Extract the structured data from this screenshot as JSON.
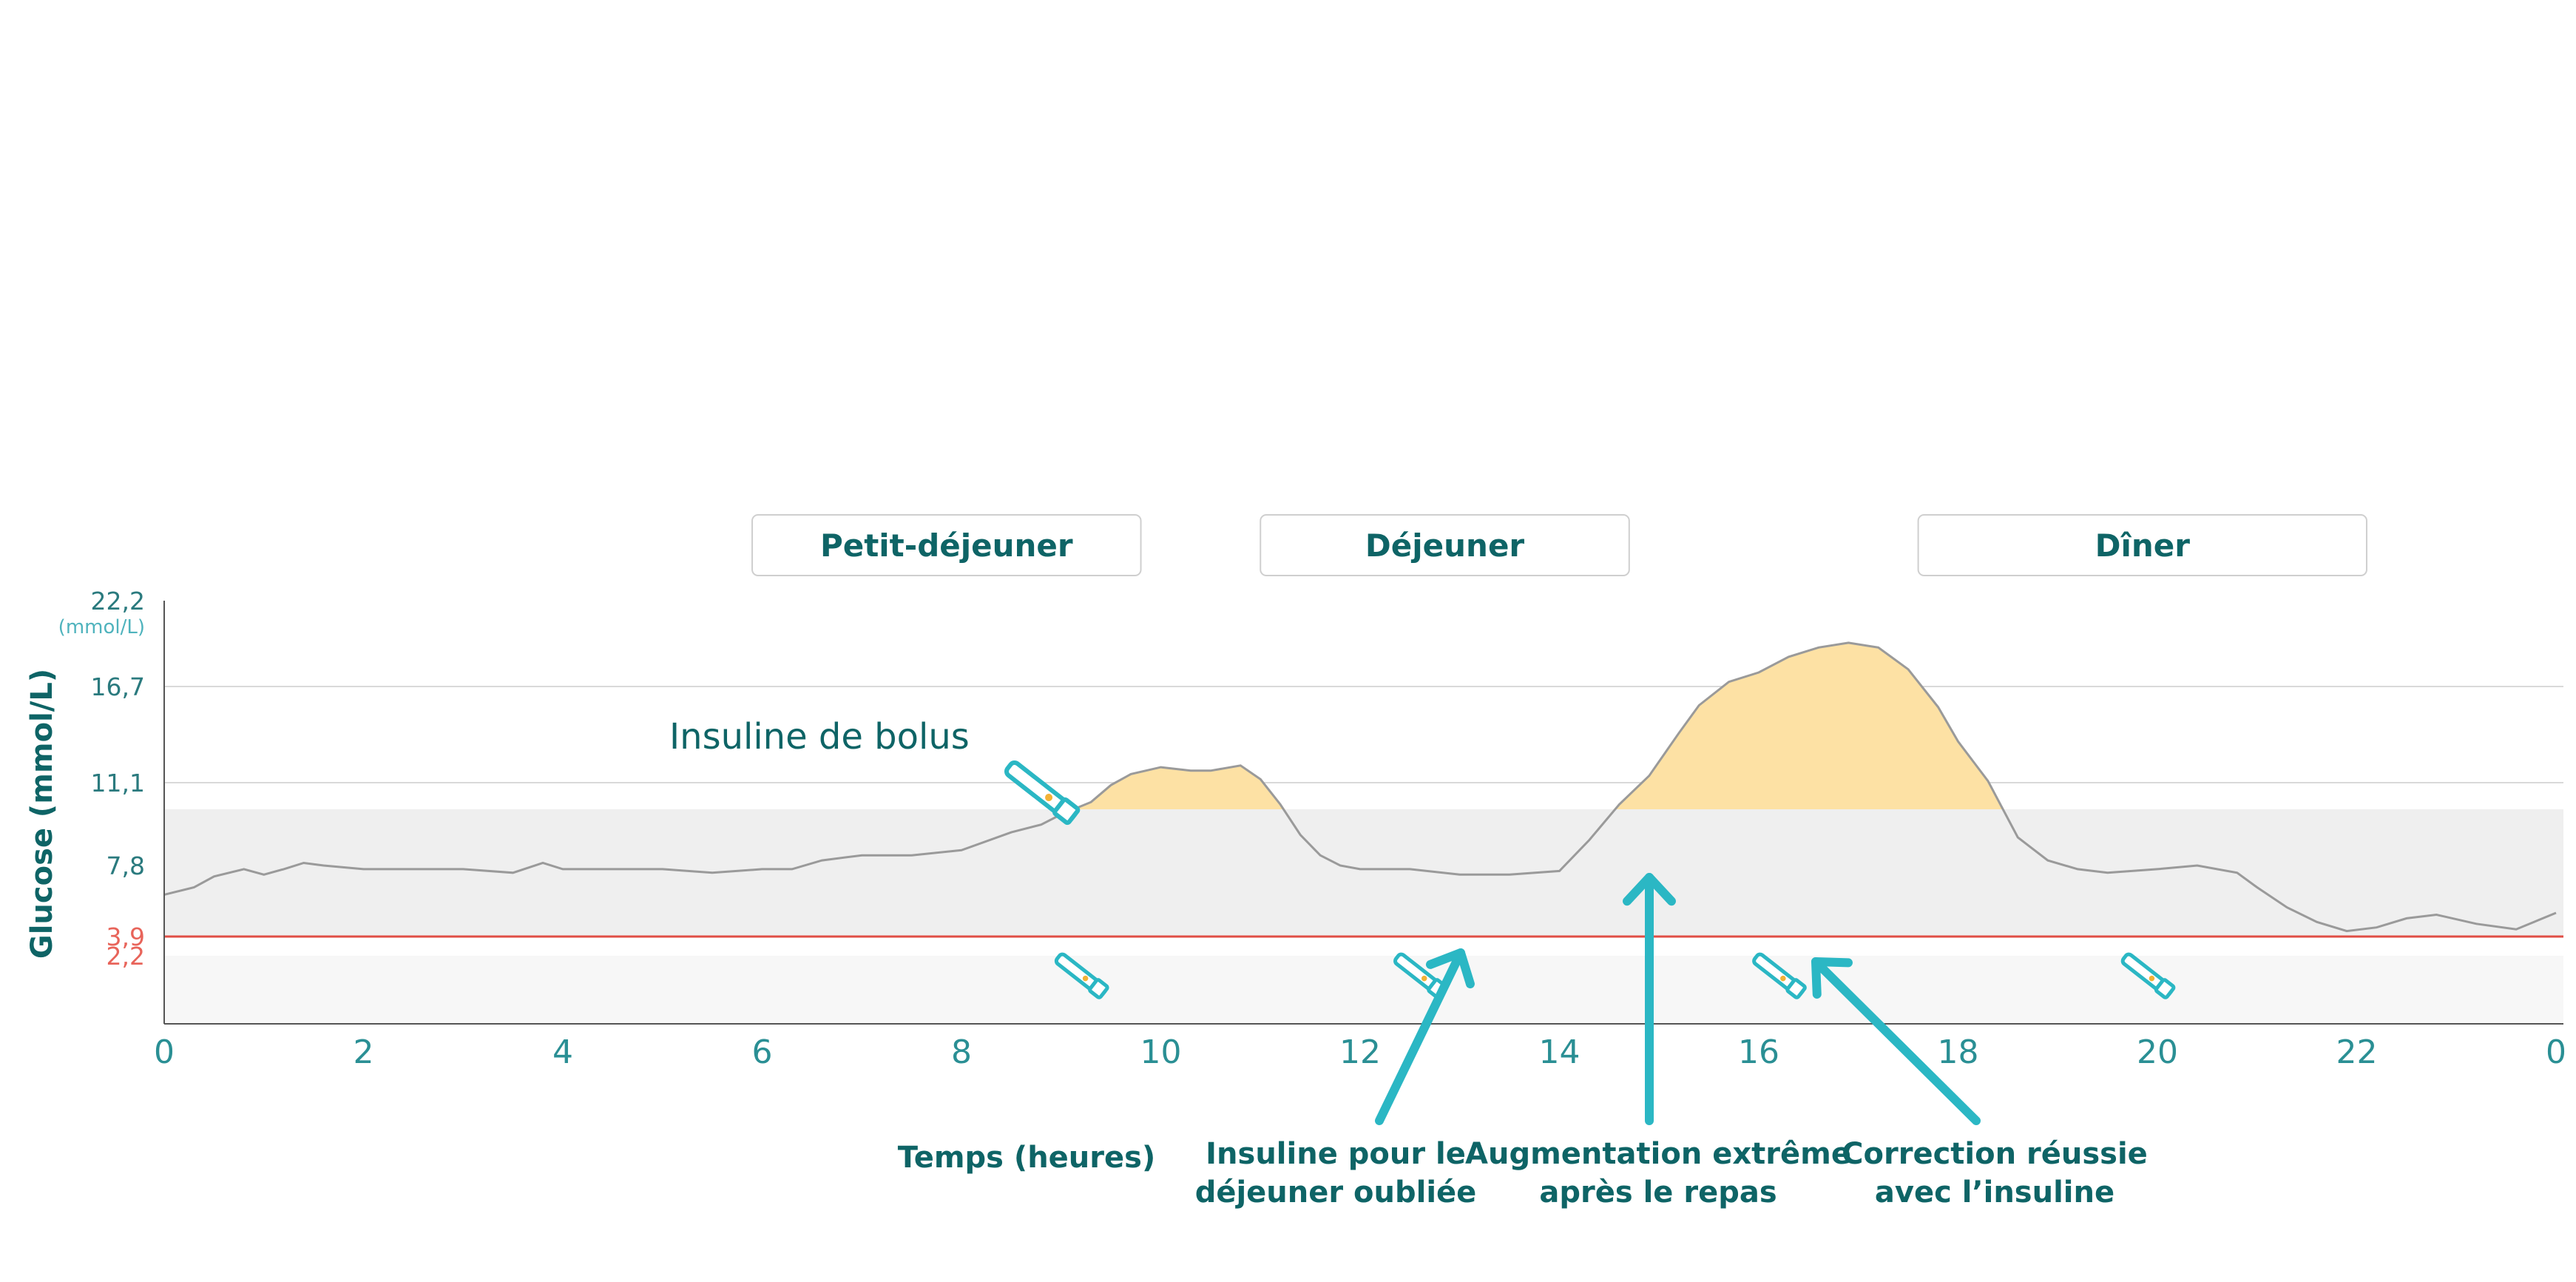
{
  "chart_data": {
    "type": "area",
    "ylabel": "Glucose (mmol/L)",
    "y_unit": "(mmol/L)",
    "xlabel": "Temps (heures)",
    "x_ticks": [
      "0",
      "2",
      "4",
      "6",
      "8",
      "10",
      "12",
      "14",
      "16",
      "18",
      "20",
      "22",
      "0"
    ],
    "y_ticks": [
      {
        "value": 22.2,
        "label": "22,2"
      },
      {
        "value": 16.7,
        "label": "16,7"
      },
      {
        "value": 11.1,
        "label": "11,1"
      },
      {
        "value": 7.8,
        "label": "7,8"
      },
      {
        "value": 3.9,
        "label": "3,9"
      },
      {
        "value": 2.2,
        "label": "2,2"
      }
    ],
    "xlim": [
      0,
      24
    ],
    "ylim": [
      0,
      22.2
    ],
    "target_range": [
      3.9,
      10
    ],
    "high_threshold": 10,
    "low_threshold": 3.9,
    "very_low_threshold": 2.2,
    "meals": [
      {
        "label": "Petit-déjeuner",
        "start": 5.9,
        "end": 9.8
      },
      {
        "label": "Déjeuner",
        "start": 11.0,
        "end": 14.7
      },
      {
        "label": "Dîner",
        "start": 17.6,
        "end": 22.1
      }
    ],
    "bolus_label": "Insuline de bolus",
    "bolus_doses": [
      8.8,
      9.2,
      12.6,
      16.2,
      19.9
    ],
    "annotations": [
      {
        "lines": [
          "Insuline pour le",
          "déjeuner oubliée"
        ],
        "x": 13.0
      },
      {
        "lines": [
          "Augmentation extrême",
          "après le repas"
        ],
        "x": 15.0
      },
      {
        "lines": [
          "Correction réussie",
          "avec l’insuline"
        ],
        "x": 16.6
      }
    ],
    "series": [
      {
        "x": [
          0,
          0.3,
          0.5,
          0.8,
          1.0,
          1.2,
          1.4,
          1.6,
          2.0,
          2.5,
          3.0,
          3.5,
          3.8,
          4.0,
          4.5,
          5.0,
          5.5,
          6.0,
          6.3,
          6.6,
          7.0,
          7.5,
          8.0,
          8.5,
          8.8,
          9.0,
          9.3,
          9.5,
          9.7,
          10.0,
          10.3,
          10.5,
          10.8,
          11.0,
          11.2,
          11.4,
          11.6,
          11.8,
          12.0,
          12.5,
          13.0,
          13.5,
          14.0,
          14.3,
          14.6,
          14.9,
          15.2,
          15.4,
          15.7,
          16.0,
          16.3,
          16.6,
          16.9,
          17.2,
          17.5,
          17.8,
          18.0,
          18.3,
          18.6,
          18.9,
          19.2,
          19.5,
          20.0,
          20.4,
          20.8,
          21.0,
          21.3,
          21.6,
          21.9,
          22.2,
          22.5,
          22.8,
          23.2,
          23.6,
          24.0
        ],
        "y": [
          6.2,
          6.6,
          7.2,
          7.6,
          7.3,
          7.6,
          7.9,
          7.8,
          7.6,
          7.6,
          7.6,
          7.4,
          7.9,
          7.6,
          7.6,
          7.6,
          7.4,
          7.6,
          7.6,
          8.0,
          8.2,
          8.2,
          8.4,
          9.1,
          9.4,
          9.8,
          10.3,
          11.0,
          11.6,
          12.0,
          11.8,
          11.8,
          12.1,
          11.3,
          10.2,
          9.0,
          8.2,
          7.8,
          7.6,
          7.6,
          7.3,
          7.3,
          7.5,
          8.8,
          10.2,
          11.5,
          14.0,
          15.6,
          17.0,
          17.6,
          18.6,
          19.2,
          19.5,
          19.2,
          17.8,
          15.5,
          13.5,
          11.2,
          8.9,
          8.0,
          7.6,
          7.4,
          7.6,
          7.8,
          7.4,
          6.6,
          5.5,
          4.7,
          4.2,
          4.4,
          4.9,
          5.1,
          4.6,
          4.3,
          5.2
        ]
      }
    ]
  }
}
